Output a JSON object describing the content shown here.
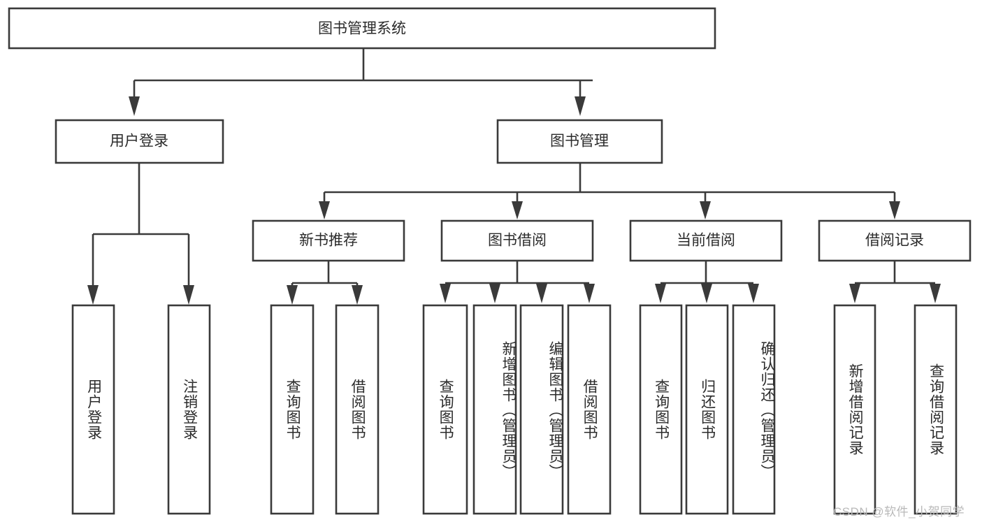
{
  "diagram": {
    "title": "图书管理系统",
    "type": "tree",
    "root": {
      "id": "root",
      "label": "图书管理系统",
      "level": 0
    },
    "level1": [
      {
        "id": "user-login",
        "label": "用户登录"
      },
      {
        "id": "book-manage",
        "label": "图书管理"
      }
    ],
    "level2": [
      {
        "id": "new-book-recommend",
        "label": "新书推荐",
        "parent": "book-manage"
      },
      {
        "id": "book-borrow",
        "label": "图书借阅",
        "parent": "book-manage"
      },
      {
        "id": "current-borrow",
        "label": "当前借阅",
        "parent": "book-manage"
      },
      {
        "id": "borrow-record",
        "label": "借阅记录",
        "parent": "book-manage"
      }
    ],
    "leaves": [
      {
        "id": "leaf-user-login",
        "label": "用户登录",
        "parent": "user-login"
      },
      {
        "id": "leaf-user-logout",
        "label": "注销登录",
        "parent": "user-login"
      },
      {
        "id": "leaf-query-book-1",
        "label": "查询图书",
        "parent": "new-book-recommend"
      },
      {
        "id": "leaf-borrow-book-1",
        "label": "借阅图书",
        "parent": "new-book-recommend"
      },
      {
        "id": "leaf-query-book-2",
        "label": "查询图书",
        "parent": "book-borrow"
      },
      {
        "id": "leaf-add-book",
        "label": "新增图书（管理员）",
        "parent": "book-borrow"
      },
      {
        "id": "leaf-edit-book",
        "label": "编辑图书（管理员）",
        "parent": "book-borrow"
      },
      {
        "id": "leaf-borrow-book-2",
        "label": "借阅图书",
        "parent": "book-borrow"
      },
      {
        "id": "leaf-query-book-3",
        "label": "查询图书",
        "parent": "current-borrow"
      },
      {
        "id": "leaf-return-book",
        "label": "归还图书",
        "parent": "current-borrow"
      },
      {
        "id": "leaf-confirm-return",
        "label": "确认归还（管理员）",
        "parent": "current-borrow"
      },
      {
        "id": "leaf-add-record",
        "label": "新增借阅记录",
        "parent": "borrow-record"
      },
      {
        "id": "leaf-query-record",
        "label": "查询借阅记录",
        "parent": "borrow-record"
      }
    ],
    "colors": {
      "stroke": "#3a3a3a",
      "fill": "#ffffff",
      "text": "#2b2b2b",
      "watermark": "#b9b9b9"
    }
  },
  "watermark": {
    "text": "CSDN @软件_小贺同学"
  }
}
